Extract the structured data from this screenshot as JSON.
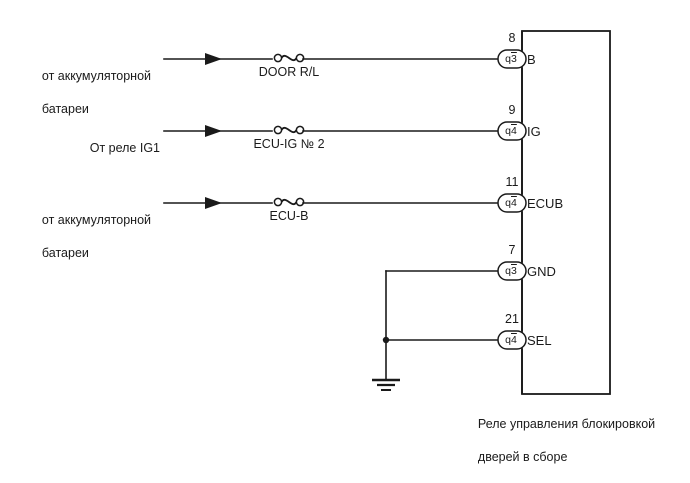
{
  "diagram": {
    "title": "Door lock control relay wiring diagram",
    "line_color": "#1a1a1a",
    "background": "#ffffff",
    "ground_symbol_name": "chassis-ground"
  },
  "sources": [
    {
      "id": "src-battery-1",
      "label_line1": "от аккумуляторной",
      "label_line2": "батареи",
      "fuse": "DOOR R/L",
      "arrow": "arrow-right"
    },
    {
      "id": "src-ig1-relay",
      "label_line1": "От реле IG1",
      "label_line2": "",
      "fuse": "ECU-IG № 2",
      "arrow": "arrow-right"
    },
    {
      "id": "src-battery-2",
      "label_line1": "от аккумуляторной",
      "label_line2": "батареи",
      "fuse": "ECU-B",
      "arrow": "arrow-right"
    }
  ],
  "connector": {
    "caption_line1": "Реле управления блокировкой",
    "caption_line2": "дверей в сборе",
    "terminals": [
      {
        "pin": "8",
        "name": "B",
        "code_prefix": "q",
        "code_suffix": "3"
      },
      {
        "pin": "9",
        "name": "IG",
        "code_prefix": "q",
        "code_suffix": "4"
      },
      {
        "pin": "11",
        "name": "ECUB",
        "code_prefix": "q",
        "code_suffix": "4"
      },
      {
        "pin": "7",
        "name": "GND",
        "code_prefix": "q",
        "code_suffix": "3"
      },
      {
        "pin": "21",
        "name": "SEL",
        "code_prefix": "q",
        "code_suffix": "4"
      }
    ]
  }
}
